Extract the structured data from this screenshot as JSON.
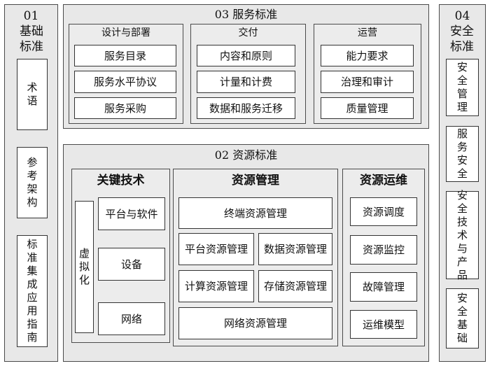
{
  "left": {
    "number": "01",
    "title": "基础标准",
    "items": [
      "术语",
      "参考架构",
      "标准集成应用指南"
    ]
  },
  "right": {
    "number": "04",
    "title": "安全标准",
    "items": [
      "安全管理",
      "服务安全",
      "安全技术与产品",
      "安全基础"
    ]
  },
  "service": {
    "title": "03  服务标准",
    "groups": [
      {
        "title": "设计与部署",
        "items": [
          "服务目录",
          "服务水平协议",
          "服务采购"
        ]
      },
      {
        "title": "交付",
        "items": [
          "内容和原则",
          "计量和计费",
          "数据和服务迁移"
        ]
      },
      {
        "title": "运营",
        "items": [
          "能力要求",
          "治理和审计",
          "质量管理"
        ]
      }
    ]
  },
  "resource": {
    "title": "02  资源标准",
    "key_tech": {
      "title": "关键技术",
      "virtualization": "虚拟化",
      "items": [
        "平台与软件",
        "设备",
        "网络"
      ]
    },
    "management": {
      "title": "资源管理",
      "items": [
        "终端资源管理",
        "平台资源管理",
        "数据资源管理",
        "计算资源管理",
        "存储资源管理",
        "网络资源管理"
      ]
    },
    "ops": {
      "title": "资源运维",
      "items": [
        "资源调度",
        "资源监控",
        "故障管理",
        "运维模型"
      ]
    }
  }
}
